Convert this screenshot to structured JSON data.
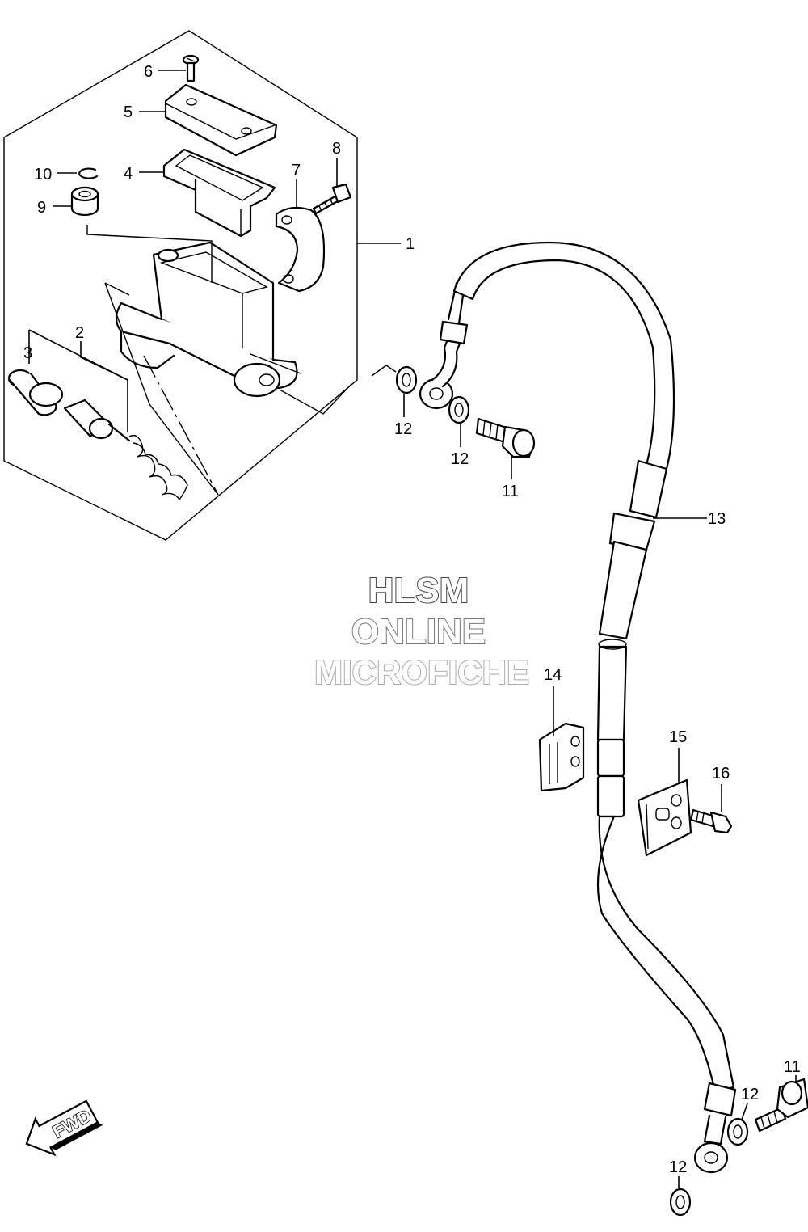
{
  "diagram": {
    "callouts": {
      "c1": "1",
      "c2": "2",
      "c3": "3",
      "c4": "4",
      "c5": "5",
      "c6": "6",
      "c7": "7",
      "c8": "8",
      "c9": "9",
      "c10": "10",
      "c11a": "11",
      "c11b": "11",
      "c12a": "12",
      "c12b": "12",
      "c12c": "12",
      "c12d": "12",
      "c13": "13",
      "c14": "14",
      "c15": "15",
      "c16": "16"
    },
    "watermark": {
      "line1": "HLSM",
      "line2": "ONLINE",
      "line3": "MICROFICHE"
    },
    "fwd_label": "FWD",
    "colors": {
      "line": "#000000",
      "background": "#ffffff",
      "watermark_line1": "#444444",
      "watermark_line2": "#777777",
      "watermark_line3": "#aaaaaa"
    }
  }
}
